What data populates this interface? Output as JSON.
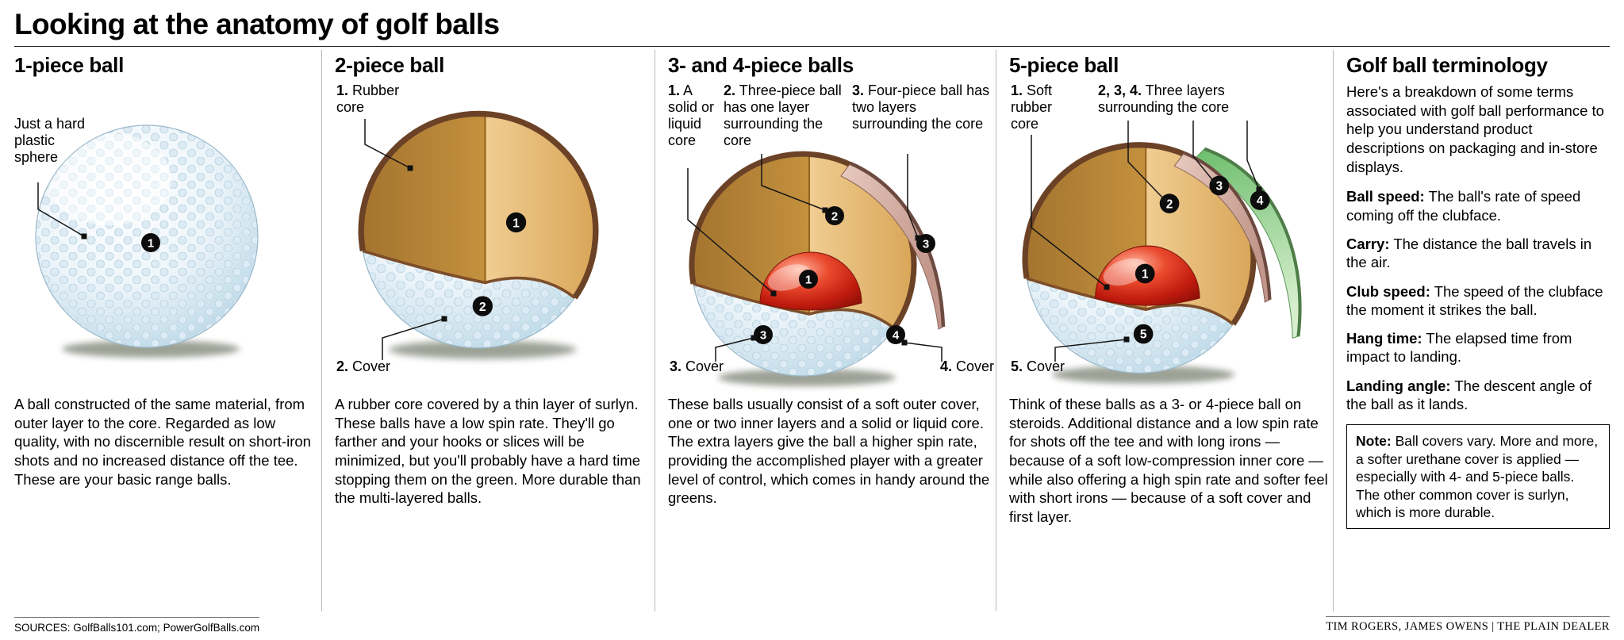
{
  "title": "Looking at the anatomy of golf balls",
  "panels": [
    {
      "heading": "1-piece ball",
      "callouts": {
        "main": "Just a hard plastic sphere"
      },
      "markers": [
        "1"
      ],
      "description": "A ball constructed of the same material, from outer layer to the core. Regarded as low quality, with no discernible result on short-iron shots and no increased distance off the tee. These are your basic range balls."
    },
    {
      "heading": "2-piece ball",
      "callouts": {
        "core_num": "1.",
        "core_text": "Rubber core",
        "cover_num": "2.",
        "cover_text": "Cover"
      },
      "markers": [
        "1",
        "2"
      ],
      "description": "A rubber core covered by a thin layer of surlyn. These balls have a low spin rate. They'll go farther and your hooks or slices will be minimized, but you'll probably have a hard time stopping them on the green. More durable than the multi-layered balls."
    },
    {
      "heading": "3- and 4-piece balls",
      "callouts": {
        "a_num": "1.",
        "a_text": "A solid or liquid core",
        "b_num": "2.",
        "b_text": "Three-piece ball has one layer surrounding the core",
        "c_num": "3.",
        "c_text": "Four-piece ball has two layers surrounding the core",
        "cover3_num": "3.",
        "cover3_text": "Cover",
        "cover4_num": "4.",
        "cover4_text": "Cover"
      },
      "markers": [
        "2",
        "3",
        "1",
        "3",
        "4"
      ],
      "description": "These balls usually consist of a soft outer cover, one or two inner layers and a solid or liquid core. The extra layers give the ball a higher spin rate, providing the accomplished player with a greater level of control, which comes in handy around the greens."
    },
    {
      "heading": "5-piece ball",
      "callouts": {
        "a_num": "1.",
        "a_text": "Soft rubber core",
        "b_num": "2, 3, 4.",
        "b_text": "Three layers surrounding the core",
        "cover_num": "5.",
        "cover_text": "Cover"
      },
      "markers": [
        "2",
        "3",
        "4",
        "1",
        "5"
      ],
      "description": "Think of these balls as a 3- or 4-piece ball on steroids. Additional distance and a low spin rate for shots off the tee and with long irons — because of a soft low-compression inner core — while also offering a high spin rate and softer feel with short irons — because of a soft cover and first layer."
    }
  ],
  "terminology": {
    "heading": "Golf ball terminology",
    "intro": "Here's a breakdown of some terms associated with golf ball performance to help you understand product descriptions on packaging and in-store displays.",
    "terms": [
      {
        "term": "Ball speed:",
        "definition": "The ball's rate of speed coming off the clubface."
      },
      {
        "term": "Carry:",
        "definition": "The distance the ball travels in the air."
      },
      {
        "term": "Club speed:",
        "definition": "The speed of the clubface the moment it strikes the ball."
      },
      {
        "term": "Hang time:",
        "definition": "The elapsed time from impact to landing."
      },
      {
        "term": "Landing angle:",
        "definition": "The descent angle of the ball as it lands."
      }
    ],
    "note_label": "Note:",
    "note_text": "Ball covers vary. More and more, a softer urethane cover is applied — especially with 4- and 5-piece balls. The other common cover is surlyn, which is more durable."
  },
  "footer": {
    "sources": "SOURCES: GolfBalls101.com; PowerGolfBalls.com",
    "credit": "TIM ROGERS, JAMES OWENS | THE PLAIN DEALER"
  },
  "colors": {
    "ball_blue": "#bad7e6",
    "core_tan": "#d9a658",
    "core_red": "#c01b0e",
    "mantle_pink": "#c2968a",
    "mantle_green": "#6cbe6c",
    "rim_brown": "#6b4226"
  }
}
